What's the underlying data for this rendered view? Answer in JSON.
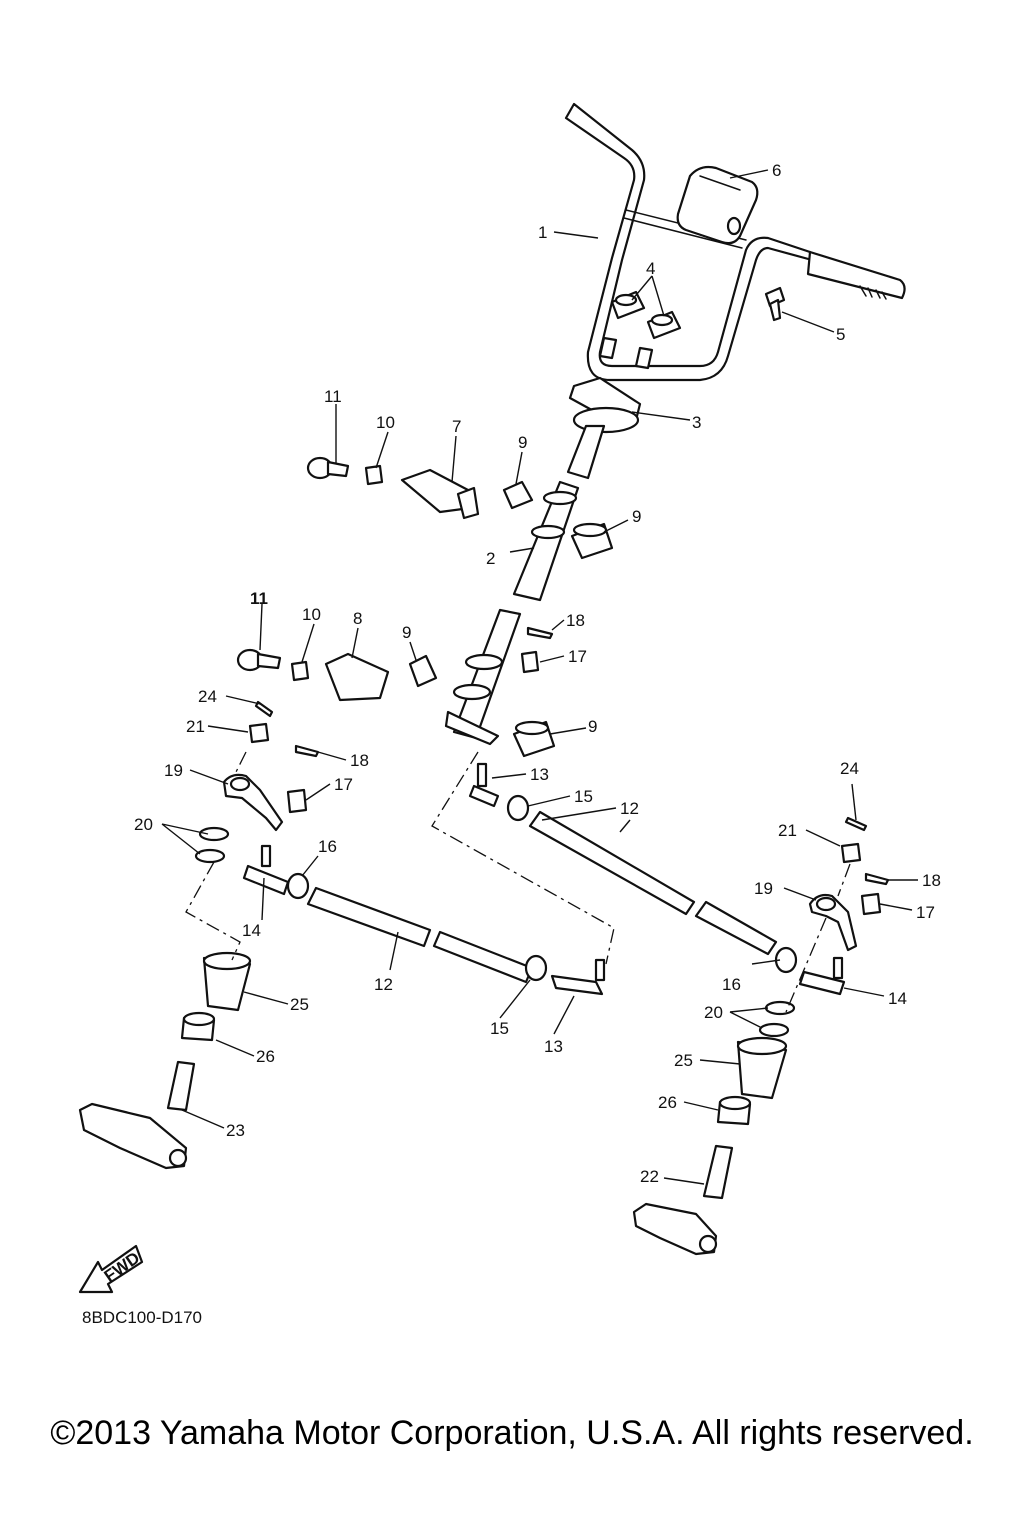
{
  "callouts": [
    "1",
    "2",
    "3",
    "4",
    "5",
    "6",
    "7",
    "8",
    "9",
    "10",
    "11",
    "12",
    "13",
    "14",
    "15",
    "16",
    "17",
    "18",
    "19",
    "20",
    "21",
    "22",
    "23",
    "24",
    "25",
    "26"
  ],
  "fwd_label": "FWD",
  "diagram_code": "8BDC100-D170",
  "copyright": "©2013 Yamaha Motor Corporation, U.S.A. All rights reserved."
}
